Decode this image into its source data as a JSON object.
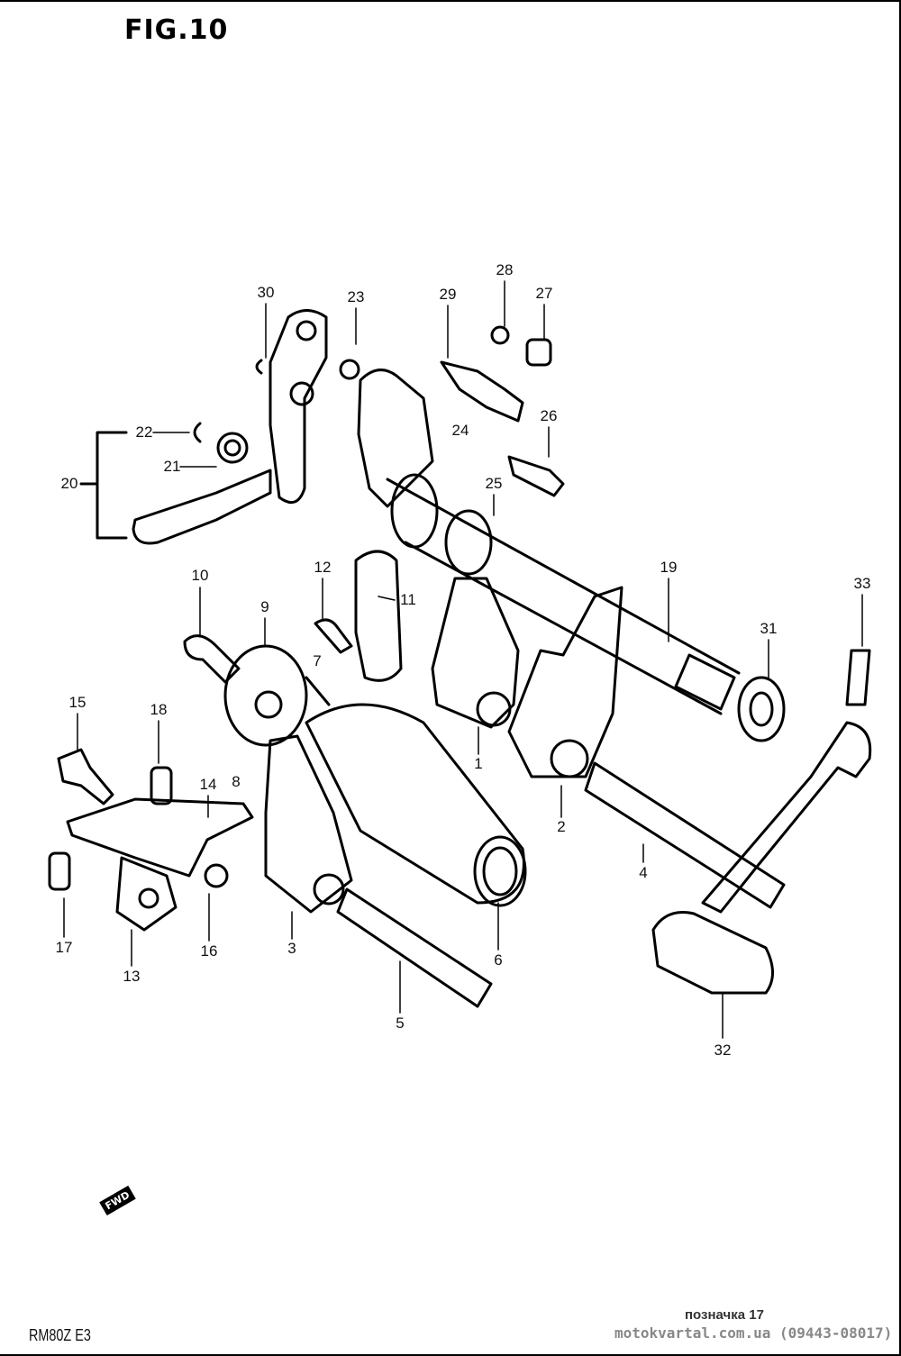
{
  "title": "FIG.10",
  "fwd_marker": "FWD",
  "model_code": "RM80Z E3",
  "note": "позначка 17",
  "site": "motokvartal.com.ua (09443-08017)",
  "callouts": [
    "30",
    "23",
    "29",
    "28",
    "27",
    "26",
    "24",
    "25",
    "22",
    "21",
    "20",
    "19",
    "33",
    "31",
    "10",
    "12",
    "11",
    "9",
    "7",
    "15",
    "18",
    "14",
    "8",
    "1",
    "2",
    "4",
    "17",
    "13",
    "16",
    "3",
    "6",
    "5",
    "32"
  ]
}
